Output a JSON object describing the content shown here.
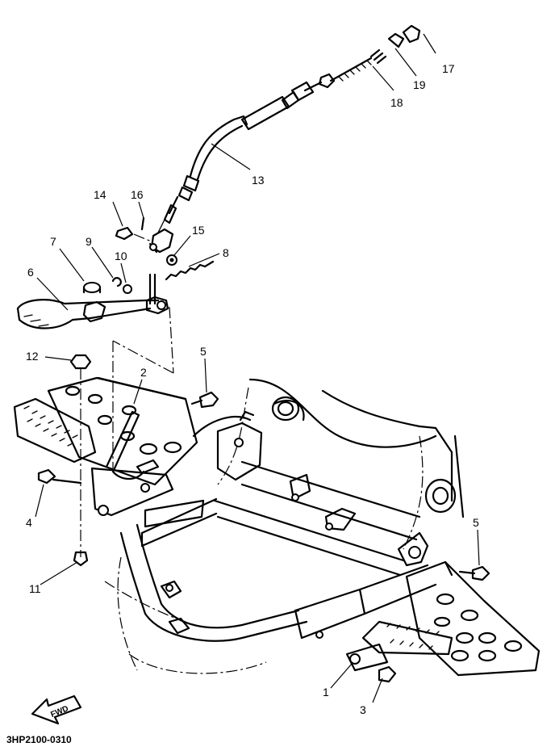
{
  "diagram": {
    "code": "3HP2100-0310",
    "fwd_label": "FWD",
    "callouts": [
      {
        "id": "1",
        "text": "1"
      },
      {
        "id": "2",
        "text": "2"
      },
      {
        "id": "3",
        "text": "3"
      },
      {
        "id": "4",
        "text": "4"
      },
      {
        "id": "5a",
        "text": "5"
      },
      {
        "id": "5b",
        "text": "5"
      },
      {
        "id": "6",
        "text": "6"
      },
      {
        "id": "7",
        "text": "7"
      },
      {
        "id": "8",
        "text": "8"
      },
      {
        "id": "9",
        "text": "9"
      },
      {
        "id": "10",
        "text": "10"
      },
      {
        "id": "11",
        "text": "11"
      },
      {
        "id": "12",
        "text": "12"
      },
      {
        "id": "13",
        "text": "13"
      },
      {
        "id": "14",
        "text": "14"
      },
      {
        "id": "15",
        "text": "15"
      },
      {
        "id": "16",
        "text": "16"
      },
      {
        "id": "17",
        "text": "17"
      },
      {
        "id": "18",
        "text": "18"
      },
      {
        "id": "19",
        "text": "19"
      }
    ]
  }
}
